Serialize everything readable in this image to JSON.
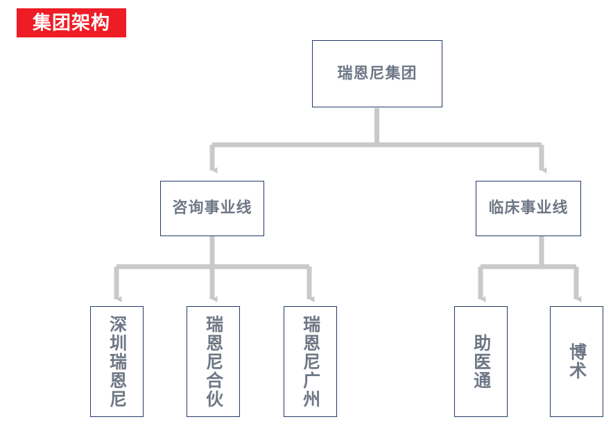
{
  "title_badge": {
    "label": "集团架构",
    "background_color": "#EE1C25",
    "text_color": "#FFFFFF"
  },
  "theme": {
    "node_border_color": "#1F3864",
    "node_text_color": "#6E7785",
    "connector_color": "#C9C9C9",
    "canvas_background": "#FFFFFF"
  },
  "chart_data": {
    "type": "org-chart",
    "title": "集团架构",
    "orientation": "top-down",
    "levels": 3,
    "nodes": [
      {
        "id": "root",
        "label": "瑞恩尼集团",
        "level": 0,
        "parent": null,
        "text_orientation": "horizontal"
      },
      {
        "id": "consulting",
        "label": "咨询事业线",
        "level": 1,
        "parent": "root",
        "text_orientation": "horizontal"
      },
      {
        "id": "clinical",
        "label": "临床事业线",
        "level": 1,
        "parent": "root",
        "text_orientation": "horizontal"
      },
      {
        "id": "shenzhen",
        "label": "深圳瑞恩尼",
        "level": 2,
        "parent": "consulting",
        "text_orientation": "vertical"
      },
      {
        "id": "partnership",
        "label": "瑞恩尼合伙",
        "level": 2,
        "parent": "consulting",
        "text_orientation": "vertical"
      },
      {
        "id": "guangzhou",
        "label": "瑞恩尼广州",
        "level": 2,
        "parent": "consulting",
        "text_orientation": "vertical"
      },
      {
        "id": "zhuyitong",
        "label": "助医通",
        "level": 2,
        "parent": "clinical",
        "text_orientation": "vertical"
      },
      {
        "id": "boshu",
        "label": "博术",
        "level": 2,
        "parent": "clinical",
        "text_orientation": "vertical"
      }
    ],
    "edges": [
      {
        "from": "root",
        "to": "consulting"
      },
      {
        "from": "root",
        "to": "clinical"
      },
      {
        "from": "consulting",
        "to": "shenzhen"
      },
      {
        "from": "consulting",
        "to": "partnership"
      },
      {
        "from": "consulting",
        "to": "guangzhou"
      },
      {
        "from": "clinical",
        "to": "zhuyitong"
      },
      {
        "from": "clinical",
        "to": "boshu"
      }
    ]
  },
  "nodes": {
    "root": {
      "label": "瑞恩尼集团"
    },
    "consulting": {
      "label": "咨询事业线"
    },
    "clinical": {
      "label": "临床事业线"
    },
    "shenzhen": {
      "label": "深圳瑞恩尼"
    },
    "partnership": {
      "label": "瑞恩尼合伙"
    },
    "guangzhou": {
      "label": "瑞恩尼广州"
    },
    "zhuyitong": {
      "label": "助医通"
    },
    "boshu": {
      "label": "博术"
    }
  }
}
